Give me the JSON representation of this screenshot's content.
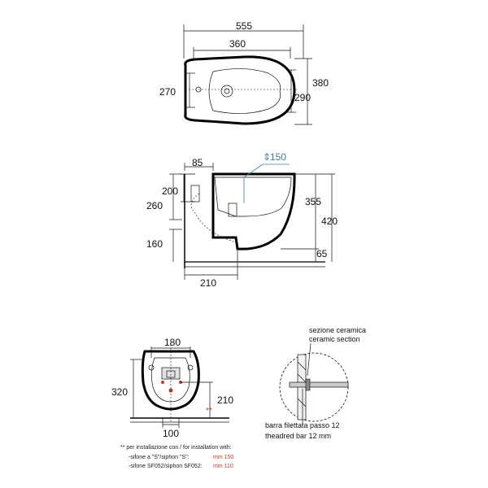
{
  "top_view": {
    "dims": {
      "overall_width": "555",
      "inner_width": "360",
      "height_left": "270",
      "height_right_outer": "380",
      "height_right_inner": "290"
    }
  },
  "side_view": {
    "dims": {
      "top_offset": "85",
      "siphon": "150",
      "upper_left": "200",
      "left_total": "260",
      "lower_left": "160",
      "bowl_height": "355",
      "total_height": "420",
      "floor_gap": "65",
      "bottom_width": "210"
    }
  },
  "front_view": {
    "dims": {
      "top_width": "180",
      "height": "320",
      "right_height": "210",
      "bottom_width": "100",
      "marker": "**"
    }
  },
  "detail": {
    "label_top_1": "sezione ceramica",
    "label_top_2": "ceramic section",
    "label_bottom_1": "barra filettata passo 12",
    "label_bottom_2": "theadred bar 12 mm"
  },
  "notes": {
    "line1": "** per installazione con / for installation with:",
    "line2": "-sifone a \"S\"/siphon \"S\":",
    "line2_value": "mm 150",
    "line3": "-sifone SF052/siphon SF052:",
    "line3_value": "mm 110"
  }
}
